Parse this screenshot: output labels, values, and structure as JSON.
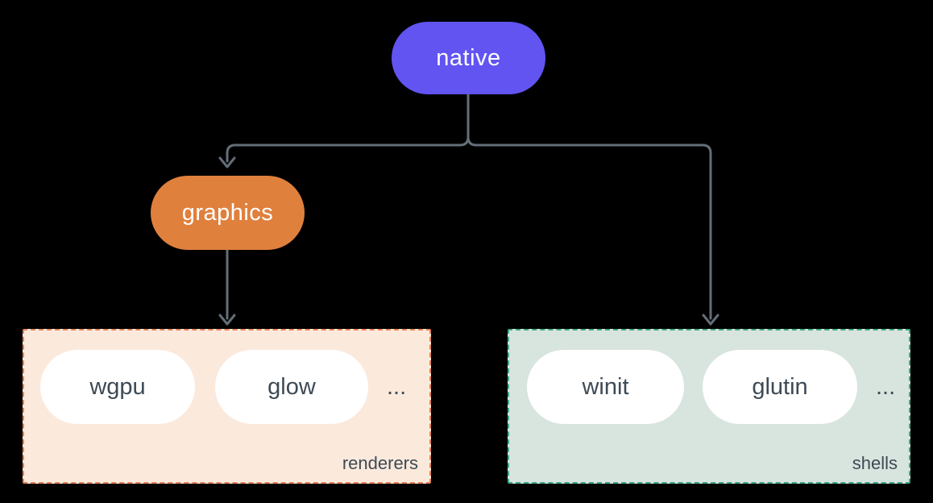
{
  "background": "#000000",
  "connector_color": "#636e78",
  "nodes": {
    "native": {
      "label": "native",
      "color": "#6254f1",
      "text_color": "#ffffff"
    },
    "graphics": {
      "label": "graphics",
      "color": "#e0803d",
      "text_color": "#ffffff"
    }
  },
  "groups": {
    "renderers": {
      "label": "renderers",
      "bg": "#fbe9dc",
      "border": "#e8825a",
      "items": [
        "wgpu",
        "glow"
      ],
      "ellipsis": "...",
      "item_text_color": "#3d4a55"
    },
    "shells": {
      "label": "shells",
      "bg": "#d8e4de",
      "border": "#3fa985",
      "items": [
        "winit",
        "glutin"
      ],
      "ellipsis": "...",
      "item_text_color": "#3d4a55"
    }
  }
}
